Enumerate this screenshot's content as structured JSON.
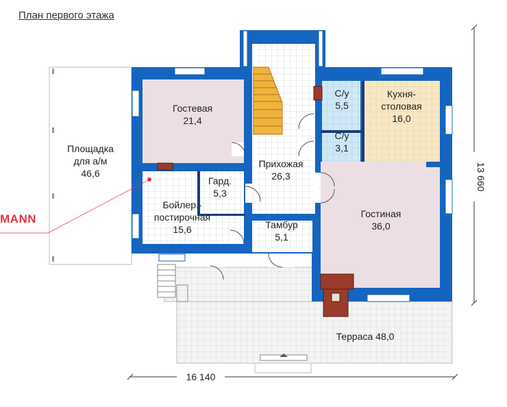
{
  "page_title": "План первого этажа",
  "brand_fragment": "MANN",
  "rooms": [
    {
      "id": "guest",
      "lines": [
        "Гостевая",
        "21,4"
      ]
    },
    {
      "id": "carport",
      "lines": [
        "Площадка",
        "для а/м",
        "46,6"
      ]
    },
    {
      "id": "hall",
      "lines": [
        "Прихожая",
        "26,3"
      ]
    },
    {
      "id": "wardrobe",
      "lines": [
        "Гард.",
        "5,3"
      ]
    },
    {
      "id": "boiler",
      "lines": [
        "Бойлер.-",
        "постирочная",
        "15,6"
      ]
    },
    {
      "id": "vestibule",
      "lines": [
        "Тамбур",
        "5,1"
      ]
    },
    {
      "id": "bath1",
      "lines": [
        "С/у",
        "5,5"
      ]
    },
    {
      "id": "bath2",
      "lines": [
        "С/у",
        "3,1"
      ]
    },
    {
      "id": "kitchen",
      "lines": [
        "Кухня-",
        "столовая",
        "16,0"
      ]
    },
    {
      "id": "living",
      "lines": [
        "Гостиная",
        "36,0"
      ]
    },
    {
      "id": "terrace",
      "lines": [
        "Терраса 48,0"
      ]
    }
  ],
  "dimensions": {
    "width": "16 140",
    "depth": "13 660"
  },
  "colors": {
    "wall": "#1565c0",
    "wall_light": "#2f7ff0",
    "guest": "#ecdfe4",
    "living": "#ecdfe4",
    "kitchen": "#f7e7c4",
    "bath": "#cfe7f7",
    "grid": "#d2d6dc",
    "stairs": "#f0b43c",
    "fireplace": "#9b3b2b"
  }
}
